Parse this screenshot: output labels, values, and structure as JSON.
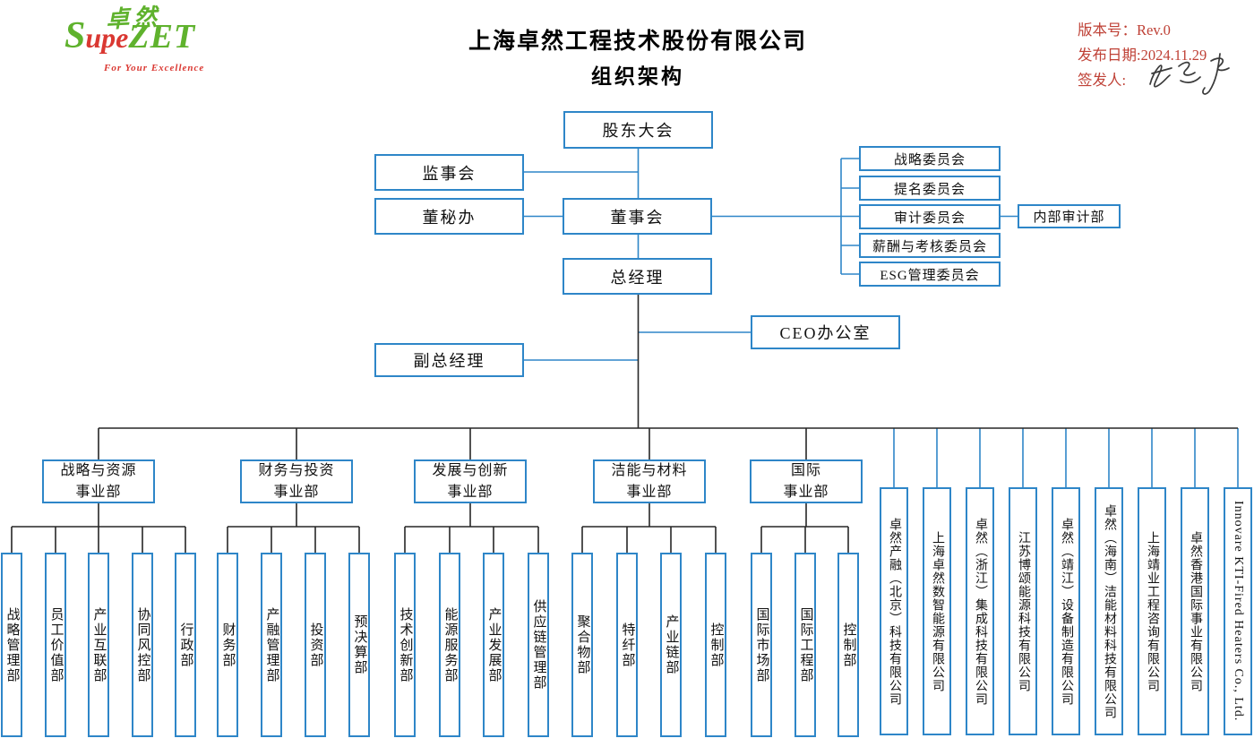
{
  "header": {
    "logo": {
      "hanzi": "卓然",
      "s": "S",
      "upe": "upe",
      "zet": "ZET",
      "tagline": "For Your Excellence"
    },
    "title_line1": "上海卓然工程技术股份有限公司",
    "title_line2": "组织架构",
    "meta": {
      "version": "版本号：Rev.0",
      "release_date": "发布日期:2024.11.29",
      "signer_label": "签发人:"
    }
  },
  "top": {
    "shareholders": "股东大会",
    "supervisory_board": "监事会",
    "board_secretary_office": "董秘办",
    "board": "董事会",
    "general_manager": "总经理",
    "deputy_general_manager": "副总经理",
    "ceo_office": "CEO办公室",
    "internal_audit": "内部审计部"
  },
  "committees": [
    "战略委员会",
    "提名委员会",
    "审计委员会",
    "薪酬与考核委员会",
    "ESG管理委员会"
  ],
  "divisions": [
    {
      "line1": "战略与资源",
      "line2": "事业部",
      "departments": [
        "战略管理部",
        "员工价值部",
        "产业互联部",
        "协同风控部",
        "行政部"
      ]
    },
    {
      "line1": "财务与投资",
      "line2": "事业部",
      "departments": [
        "财务部",
        "产融管理部",
        "投资部",
        "预决算部"
      ]
    },
    {
      "line1": "发展与创新",
      "line2": "事业部",
      "departments": [
        "技术创新部",
        "能源服务部",
        "产业发展部",
        "供应链管理部"
      ]
    },
    {
      "line1": "洁能与材料",
      "line2": "事业部",
      "departments": [
        "聚合物部",
        "特纤部",
        "产业链部",
        "控制部"
      ]
    },
    {
      "line1": "国际",
      "line2": "事业部",
      "departments": [
        "国际市场部",
        "国际工程部",
        "控制部"
      ]
    }
  ],
  "subsidiaries": [
    "卓然产融（北京）科技有限公司",
    "上海卓然数智能源有限公司",
    "卓然（浙江）集成科技有限公司",
    "江苏博颂能源科技有限公司",
    "卓然（靖江）设备制造有限公司",
    "卓然（海南）洁能材料科技有限公司",
    "上海靖业工程咨询有限公司",
    "卓然香港国际事业有限公司",
    "Innovare KTI-Fired Heaters Co., Ltd."
  ],
  "colors": {
    "box_border_blue": "#2e86c8",
    "line_black": "#262626",
    "meta_red": "#bf4136",
    "logo_green": "#5fb22d",
    "logo_red": "#da3832"
  }
}
